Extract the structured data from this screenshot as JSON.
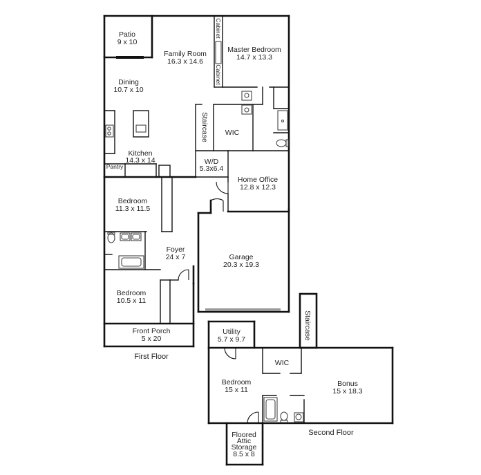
{
  "colors": {
    "wall": "#111111",
    "fixture": "#444444",
    "background": "#ffffff",
    "garage_door": "#999999"
  },
  "floors": {
    "first": "First Floor",
    "second": "Second Floor"
  },
  "rooms": {
    "patio": {
      "name": "Patio",
      "size": "9 x 10"
    },
    "family_room": {
      "name": "Family Room",
      "size": "16.3 x 14.6"
    },
    "master_bedroom": {
      "name": "Master Bedroom",
      "size": "14.7 x 13.3"
    },
    "dining": {
      "name": "Dining",
      "size": "10.7 x 10"
    },
    "kitchen": {
      "name": "Kitchen",
      "size": "14.3 x 14"
    },
    "pantry": {
      "name": "Pantry"
    },
    "staircase_1": {
      "name": "Staircase"
    },
    "wic_1": {
      "name": "WIC"
    },
    "wd": {
      "name": "W/D",
      "size": "5.3x6.4"
    },
    "home_office": {
      "name": "Home Office",
      "size": "12.8 x 12.3"
    },
    "bedroom_1": {
      "name": "Bedroom",
      "size": "11.3 x 11.5"
    },
    "foyer": {
      "name": "Foyer",
      "size": "24 x 7"
    },
    "garage": {
      "name": "Garage",
      "size": "20.3 x 19.3"
    },
    "bedroom_2": {
      "name": "Bedroom",
      "size": "10.5 x 11"
    },
    "front_porch": {
      "name": "Front Porch",
      "size": "5 x 20"
    },
    "utility": {
      "name": "Utility",
      "size": "5.7 x 9.7"
    },
    "staircase_2": {
      "name": "Staircase"
    },
    "wic_2": {
      "name": "WIC"
    },
    "bedroom_3": {
      "name": "Bedroom",
      "size": "15 x 11"
    },
    "bonus": {
      "name": "Bonus",
      "size": "15 x 18.3"
    },
    "attic": {
      "name_line1": "Floored",
      "name_line2": "Attic",
      "name_line3": "Storage",
      "size": "8.5 x 8"
    }
  },
  "fixtures": {
    "cabinet_top": "Cabinet",
    "cabinet_bottom": "Cabinet"
  }
}
